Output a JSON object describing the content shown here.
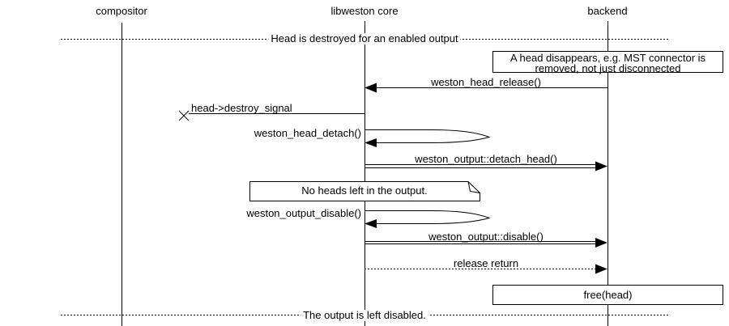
{
  "colors": {
    "foreground": "#000000",
    "background": "#ffffff"
  },
  "participants": [
    {
      "label": "compositor"
    },
    {
      "label": "libweston core"
    },
    {
      "label": "backend"
    }
  ],
  "dividers": [
    {
      "label": "Head is destroyed for an enabled output"
    },
    {
      "label": "The output is left disabled."
    }
  ],
  "boxes": [
    {
      "type": "box",
      "on": "backend",
      "text": "A head disappears, e.g. MST connector is removed, not just disconnected"
    },
    {
      "type": "note",
      "on": "libweston core",
      "text": "No heads left in the output."
    },
    {
      "type": "box",
      "on": "backend",
      "text": "free(head)"
    }
  ],
  "messages": [
    {
      "label": "weston_head_release()",
      "from": "backend",
      "to": "libweston core",
      "style": "solid"
    },
    {
      "label": "head->destroy_signal",
      "from": "libweston core",
      "to": "lost",
      "style": "lost"
    },
    {
      "label": "weston_head_detach()",
      "from": "libweston core",
      "to": "libweston core",
      "style": "self"
    },
    {
      "label": "weston_output::detach_head()",
      "from": "libweston core",
      "to": "backend",
      "style": "double"
    },
    {
      "label": "weston_output_disable()",
      "from": "libweston core",
      "to": "libweston core",
      "style": "self"
    },
    {
      "label": "weston_output::disable()",
      "from": "libweston core",
      "to": "backend",
      "style": "double"
    },
    {
      "label": "release return",
      "from": "libweston core",
      "to": "backend",
      "style": "dotted"
    }
  ]
}
